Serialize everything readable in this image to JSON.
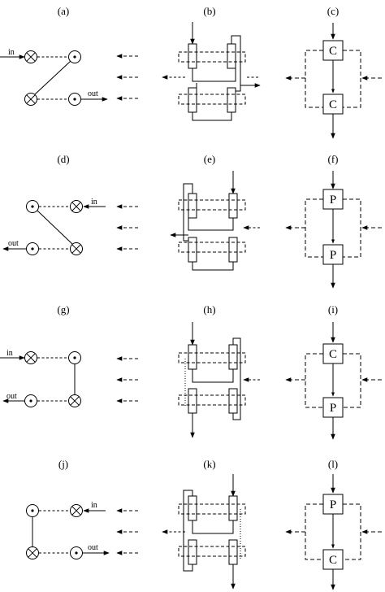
{
  "panels": {
    "a": "(a)",
    "b": "(b)",
    "c": "(c)",
    "d": "(d)",
    "e": "(e)",
    "f": "(f)",
    "g": "(g)",
    "h": "(h)",
    "i": "(i)",
    "j": "(j)",
    "k": "(k)",
    "l": "(l)"
  },
  "ports": {
    "in": "in",
    "out": "out"
  },
  "blocks": {
    "c_top": "C",
    "c_bottom": "C",
    "f_top": "P",
    "f_bottom": "P",
    "i_top": "C",
    "i_bottom": "P",
    "l_top": "P",
    "l_bottom": "C"
  }
}
